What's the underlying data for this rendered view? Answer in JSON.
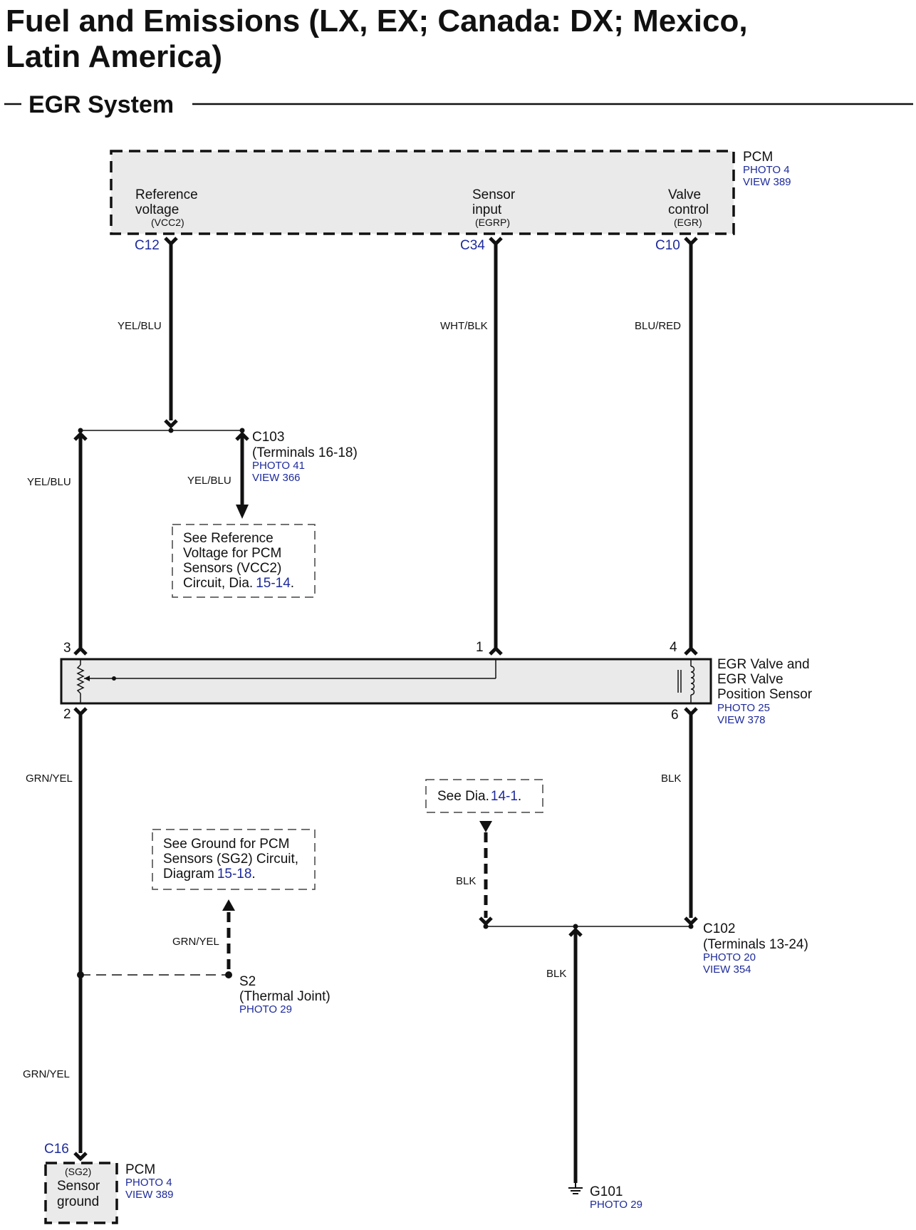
{
  "title": {
    "line1": "Fuel and Emissions (LX, EX; Canada: DX; Mexico,",
    "line2": "Latin America)"
  },
  "section": "EGR System",
  "pcm_top": {
    "name": "PCM",
    "photo": "PHOTO 4",
    "view": "VIEW 389",
    "ref_voltage": {
      "line1": "Reference",
      "line2": "voltage",
      "code": "(VCC2)",
      "pin": "C12"
    },
    "sensor_input": {
      "line1": "Sensor",
      "line2": "input",
      "code": "(EGRP)",
      "pin": "C34"
    },
    "valve_control": {
      "line1": "Valve",
      "line2": "control",
      "code": "(EGR)",
      "pin": "C10"
    }
  },
  "wires": {
    "yel_blu_top": "YEL/BLU",
    "wht_blk": "WHT/BLK",
    "blu_red": "BLU/RED",
    "yel_blu_left": "YEL/BLU",
    "yel_blu_branch": "YEL/BLU",
    "grn_yel_upper": "GRN/YEL",
    "grn_yel_s2": "GRN/YEL",
    "grn_yel_lower": "GRN/YEL",
    "blk_right": "BLK",
    "blk_dia": "BLK",
    "blk_ground": "BLK"
  },
  "c103": {
    "name": "C103",
    "terminals": "(Terminals 16-18)",
    "photo": "PHOTO 41",
    "view": "VIEW 366"
  },
  "ref_note": {
    "line1": "See Reference",
    "line2": "Voltage for PCM",
    "line3": "Sensors (VCC2)",
    "line4_prefix": "Circuit, Dia.",
    "link": "15-14",
    "suffix": "."
  },
  "egr_valve": {
    "name_line1": "EGR Valve and",
    "name_line2": "EGR Valve",
    "name_line3": "Position Sensor",
    "photo": "PHOTO 25",
    "view": "VIEW 378",
    "pins": {
      "p3": "3",
      "p1": "1",
      "p4": "4",
      "p2": "2",
      "p6": "6"
    }
  },
  "dia_note": {
    "prefix": "See Dia.",
    "link": "14-1",
    "suffix": "."
  },
  "ground_note": {
    "line1": "See Ground for PCM",
    "line2": "Sensors (SG2) Circuit,",
    "line3_prefix": "Diagram",
    "link": "15-18",
    "suffix": "."
  },
  "s2": {
    "name": "S2",
    "desc": "(Thermal Joint)",
    "photo": "PHOTO 29"
  },
  "c102": {
    "name": "C102",
    "terminals": "(Terminals 13-24)",
    "photo": "PHOTO 20",
    "view": "VIEW 354"
  },
  "pcm_bottom": {
    "pin": "C16",
    "code": "(SG2)",
    "line1": "Sensor",
    "line2": "ground",
    "name": "PCM",
    "photo": "PHOTO 4",
    "view": "VIEW 389"
  },
  "g101": {
    "name": "G101",
    "photo": "PHOTO 29"
  },
  "colors": {
    "link_blue": "#1d2a9c",
    "component_fill": "#eaeaea"
  }
}
